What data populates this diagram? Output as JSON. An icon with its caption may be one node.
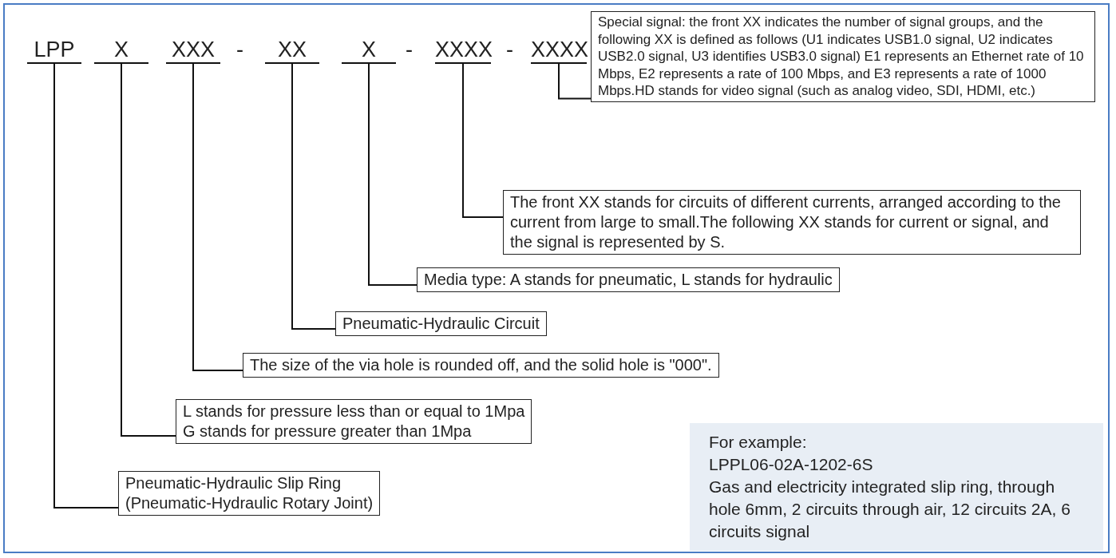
{
  "diagram": {
    "nodes": [
      {
        "text": [
          "LPP"
        ]
      },
      {
        "text": [
          "X"
        ]
      },
      {
        "text": [
          "XXX"
        ]
      },
      {
        "text": [
          "XX"
        ]
      },
      {
        "text": [
          "X"
        ]
      },
      {
        "text": [
          "XXXX"
        ]
      },
      {
        "text": [
          "XXXX"
        ]
      },
      {
        "text": [
          "Special signal: the front XX indicates the number of signal groups, and the following XX is defined as follows (U1 indicates USB1.0 signal, U2 indicates USB2.0 signal, U3 identifies USB3.0 signal) E1 represents an Ethernet rate of 10 Mbps, E2 represents a rate of 100 Mbps, and E3 represents a rate of 1000 Mbps.HD stands for video signal (such as analog video, SDI, HDMI, etc.)"
        ]
      },
      {
        "text": [
          "The front XX stands for circuits of different currents, arranged according to the current from large to small.The following XX stands for current or signal, and the signal is represented by S."
        ]
      },
      {
        "text": [
          "Media type: A stands for pneumatic, L stands for hydraulic"
        ]
      },
      {
        "text": [
          "Pneumatic-Hydraulic  Circuit"
        ]
      },
      {
        "text": [
          "The size of the via hole is rounded off, and the solid hole is \"000\"."
        ]
      },
      {
        "text": [
          "L stands for pressure less than or equal to 1Mpa",
          "G stands for pressure greater than 1Mpa"
        ]
      },
      {
        "text": [
          "Pneumatic-Hydraulic Slip Ring",
          "(Pneumatic-Hydraulic Rotary Joint)"
        ]
      },
      {
        "text": [
          "For example:",
          "LPPL06-02A-1202-6S",
          "Gas and electricity integrated slip ring, through hole 6mm, 2 circuits through air, 12 circuits 2A, 6 circuits signal"
        ]
      }
    ],
    "edges": [
      {
        "from": 6,
        "to": 7,
        "arrow": "none"
      },
      {
        "from": 5,
        "to": 8,
        "arrow": "none"
      },
      {
        "from": 4,
        "to": 9,
        "arrow": "none"
      },
      {
        "from": 3,
        "to": 10,
        "arrow": "none"
      },
      {
        "from": 2,
        "to": 11,
        "arrow": "none"
      },
      {
        "from": 1,
        "to": 12,
        "arrow": "none"
      },
      {
        "from": 0,
        "to": 13,
        "arrow": "none"
      }
    ],
    "labels": [
      "-",
      "-",
      "-"
    ]
  }
}
